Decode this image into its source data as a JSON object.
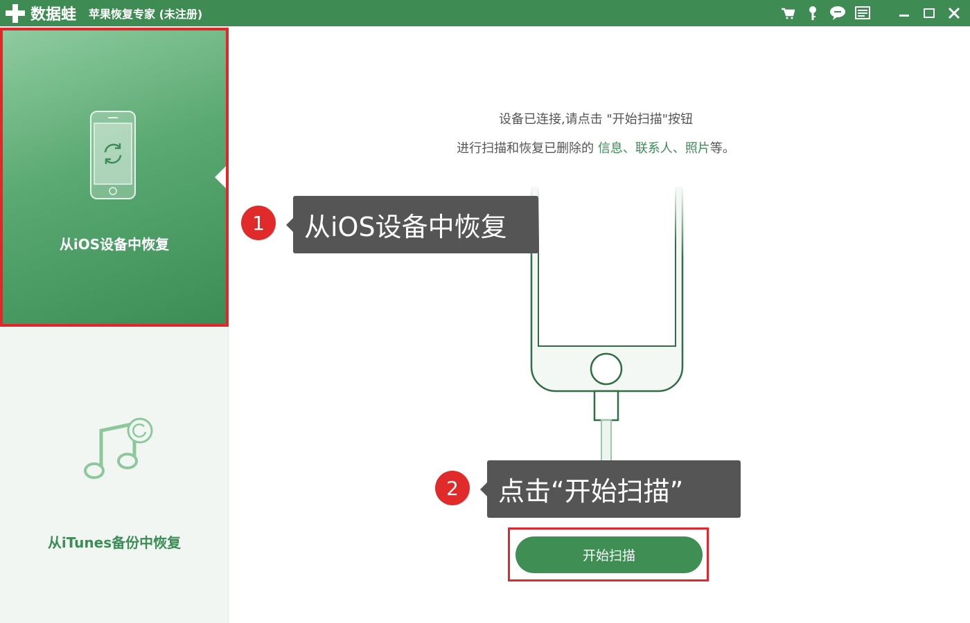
{
  "titlebar": {
    "brand": "数据蛙",
    "title": "苹果恢复专家 (未注册)",
    "icons": [
      "cart-icon",
      "key-icon",
      "chat-icon",
      "menu-icon",
      "minimize-icon",
      "maximize-icon",
      "close-icon"
    ]
  },
  "sidebar": {
    "items": [
      {
        "label": "从iOS设备中恢复",
        "icon": "iphone-refresh-icon",
        "selected": true
      },
      {
        "label": "从iTunes备份中恢复",
        "icon": "music-note-refresh-icon",
        "selected": false
      }
    ]
  },
  "main": {
    "line1": "设备已连接,请点击 \"开始扫描\"按钮",
    "line2_prefix": "进行扫描和恢复已删除的 ",
    "line2_items": "信息、联系人、照片",
    "line2_suffix": "等。",
    "scan_button": "开始扫描"
  },
  "annotations": [
    {
      "number": "1",
      "text": "从iOS设备中恢复"
    },
    {
      "number": "2",
      "text": "点击“开始扫描”"
    }
  ],
  "colors": {
    "brand_green": "#3e8c53",
    "highlight_red": "#e3262a",
    "callout_gray": "#555555"
  }
}
